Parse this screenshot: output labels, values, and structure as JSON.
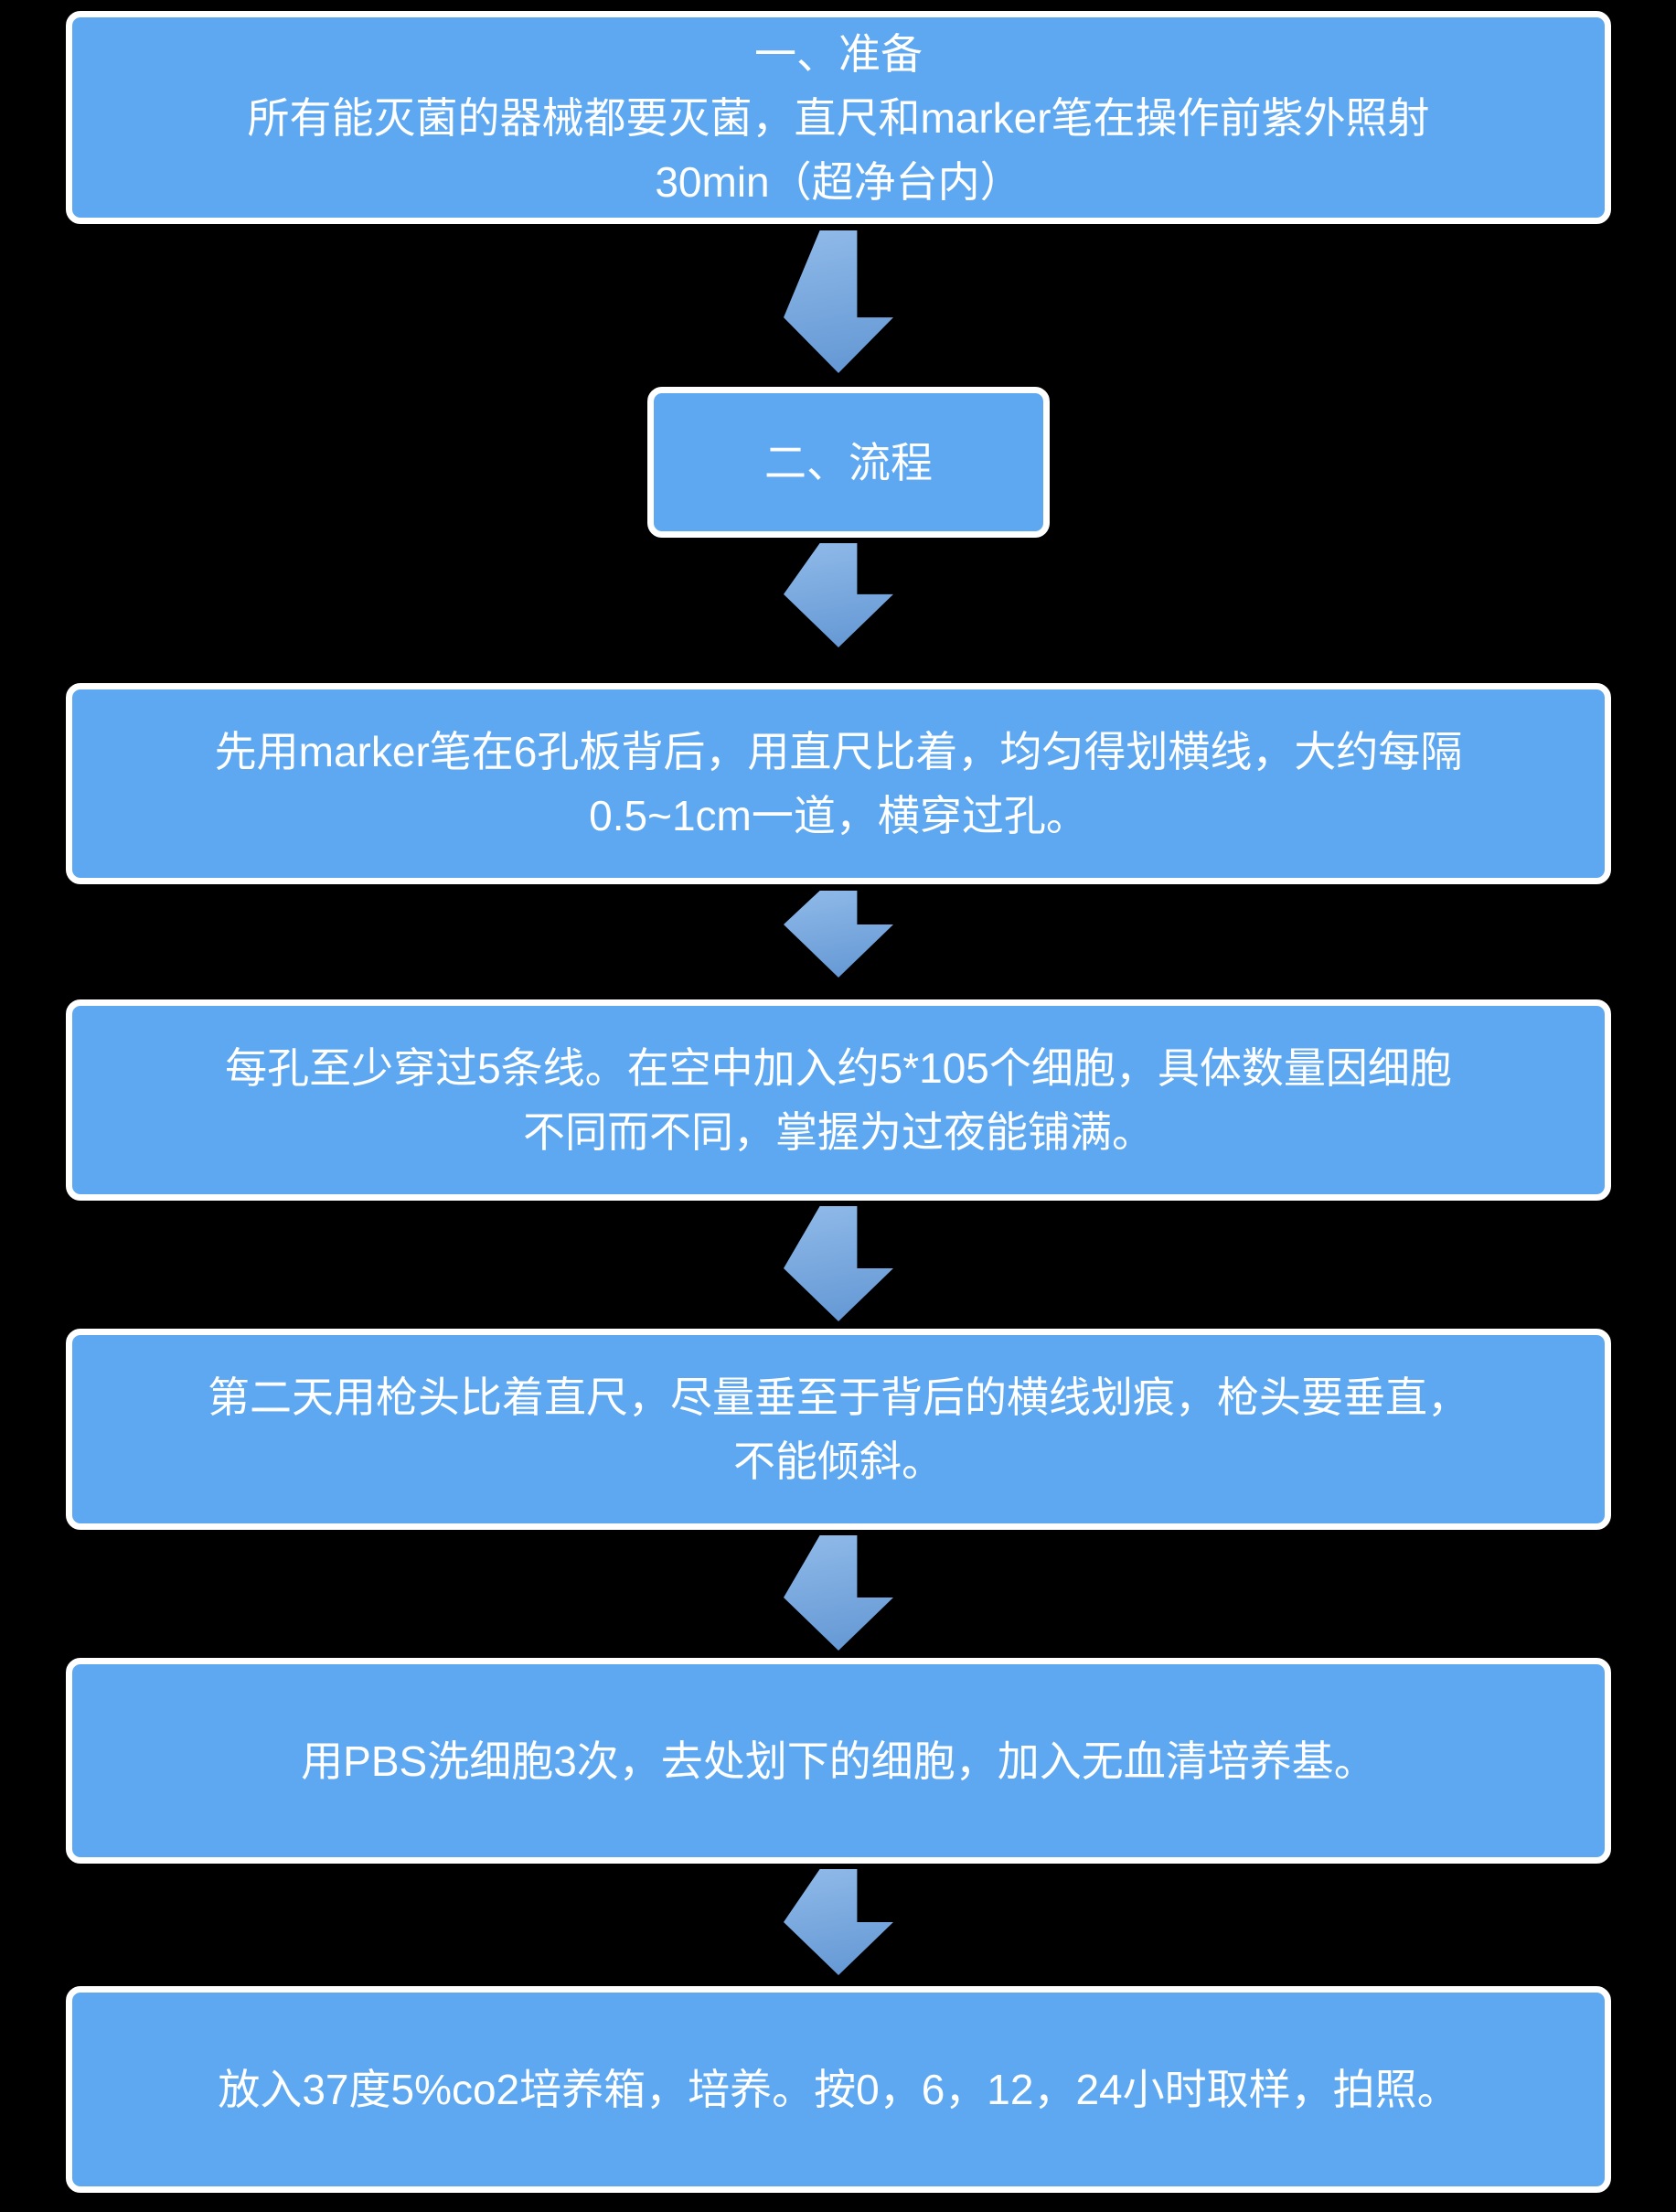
{
  "style": {
    "background": "#000000",
    "box_fill": "#5ea8f2",
    "box_border": "#ffffff",
    "text_color": "#ffffff",
    "arrow_top": "#90bae9",
    "arrow_bottom": "#6296d3"
  },
  "flowchart": {
    "steps": [
      {
        "name": "preparation",
        "lines": [
          "一、准备",
          "所有能灭菌的器械都要灭菌，直尺和marker笔在操作前紫外照射",
          "30min（超净台内）"
        ]
      },
      {
        "name": "process-heading",
        "lines": [
          "二、流程"
        ]
      },
      {
        "name": "draw-lines-on-plate",
        "lines": [
          "先用marker笔在6孔板背后，用直尺比着，均匀得划横线，大约每隔",
          "0.5~1cm一道，横穿过孔。"
        ]
      },
      {
        "name": "seed-cells",
        "lines": [
          "每孔至少穿过5条线。在空中加入约5*105个细胞，具体数量因细胞",
          "不同而不同，掌握为过夜能铺满。"
        ]
      },
      {
        "name": "scratch-with-tip",
        "lines": [
          "第二天用枪头比着直尺，尽量垂至于背后的横线划痕，枪头要垂直，",
          "不能倾斜。"
        ]
      },
      {
        "name": "wash-with-pbs",
        "lines": [
          "用PBS洗细胞3次，去处划下的细胞，加入无血清培养基。"
        ]
      },
      {
        "name": "incubate-and-photograph",
        "lines": [
          "放入37度5%co2培养箱，培养。按0，6，12，24小时取样，拍照。"
        ]
      }
    ]
  }
}
